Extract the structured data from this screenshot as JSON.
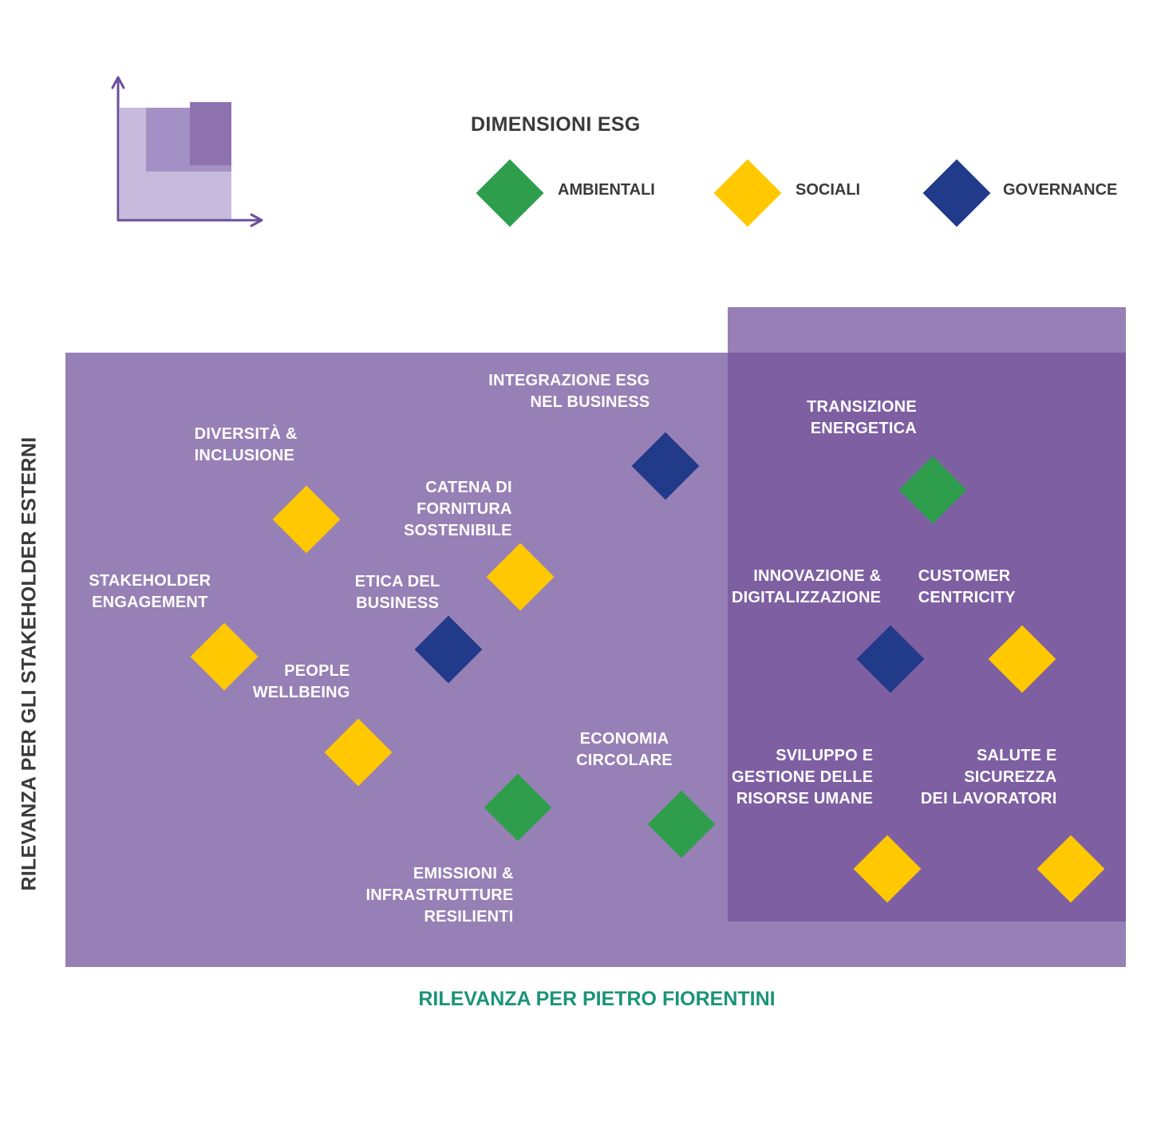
{
  "legend": {
    "title": "DIMENSIONI ESG",
    "items": [
      {
        "key": "ambientali",
        "label": "AMBIENTALI",
        "color": "#2e9e4d"
      },
      {
        "key": "sociali",
        "label": "SOCIALI",
        "color": "#ffc800"
      },
      {
        "key": "governance",
        "label": "GOVERNANCE",
        "color": "#213a8a"
      }
    ]
  },
  "colors": {
    "background_region": "#9780b5",
    "high_region": "#7d5fa2",
    "icon_light": "#c7bbdd",
    "icon_mid": "#a390c4",
    "icon_dark": "#8e72b0",
    "icon_axis": "#6e4f9b",
    "x_axis_label": "#1a9479",
    "dark_text": "#3a3a3a"
  },
  "chart_data": {
    "type": "scatter",
    "title": "",
    "xlabel": "RILEVANZA PER PIETRO FIORENTINI",
    "ylabel": "RILEVANZA  PER GLI STAKEHOLDER ESTERNI",
    "note": "no numeric axis scale is printed; values are estimated on a 0–100 relative scale",
    "xlim": [
      0,
      100
    ],
    "ylim": [
      0,
      100
    ],
    "grid": false,
    "legend_position": "top-right",
    "points": [
      {
        "label": "DIVERSITÀ &\nINCLUSIONE",
        "dimension": "sociali",
        "x": 22.7,
        "y": 72.9
      },
      {
        "label": "STAKEHOLDER\nENGAGEMENT",
        "dimension": "sociali",
        "x": 15.0,
        "y": 50.5
      },
      {
        "label": "PEOPLE\nWELLBEING",
        "dimension": "sociali",
        "x": 27.6,
        "y": 35.0
      },
      {
        "label": "ETICA DEL\nBUSINESS",
        "dimension": "governance",
        "x": 36.1,
        "y": 51.7
      },
      {
        "label": "CATENA DI\nFORNITURA\nSOSTENIBILE",
        "dimension": "sociali",
        "x": 42.9,
        "y": 63.5
      },
      {
        "label": "INTEGRAZIONE ESG\nNEL BUSINESS",
        "dimension": "governance",
        "x": 56.6,
        "y": 81.6
      },
      {
        "label": "EMISSIONI &\nINFRASTRUTTURE\nRESILIENTI",
        "dimension": "ambientali",
        "x": 42.7,
        "y": 26.0
      },
      {
        "label": "ECONOMIA\nCIRCOLARE",
        "dimension": "ambientali",
        "x": 58.1,
        "y": 23.3
      },
      {
        "label": "TRANSIZIONE\nENERGETICA",
        "dimension": "ambientali",
        "x": 81.8,
        "y": 77.7
      },
      {
        "label": "INNOVAZIONE &\nDIGITALIZZAZIONE",
        "dimension": "governance",
        "x": 77.8,
        "y": 50.1
      },
      {
        "label": "CUSTOMER\nCENTRICITY",
        "dimension": "sociali",
        "x": 90.2,
        "y": 50.1
      },
      {
        "label": "SVILUPPO E\nGESTIONE DELLE\nRISORSE UMANE",
        "dimension": "sociali",
        "x": 77.5,
        "y": 16.0
      },
      {
        "label": "SALUTE E\nSICUREZZA\nDEI LAVORATORI",
        "dimension": "sociali",
        "x": 94.8,
        "y": 16.0
      }
    ]
  }
}
